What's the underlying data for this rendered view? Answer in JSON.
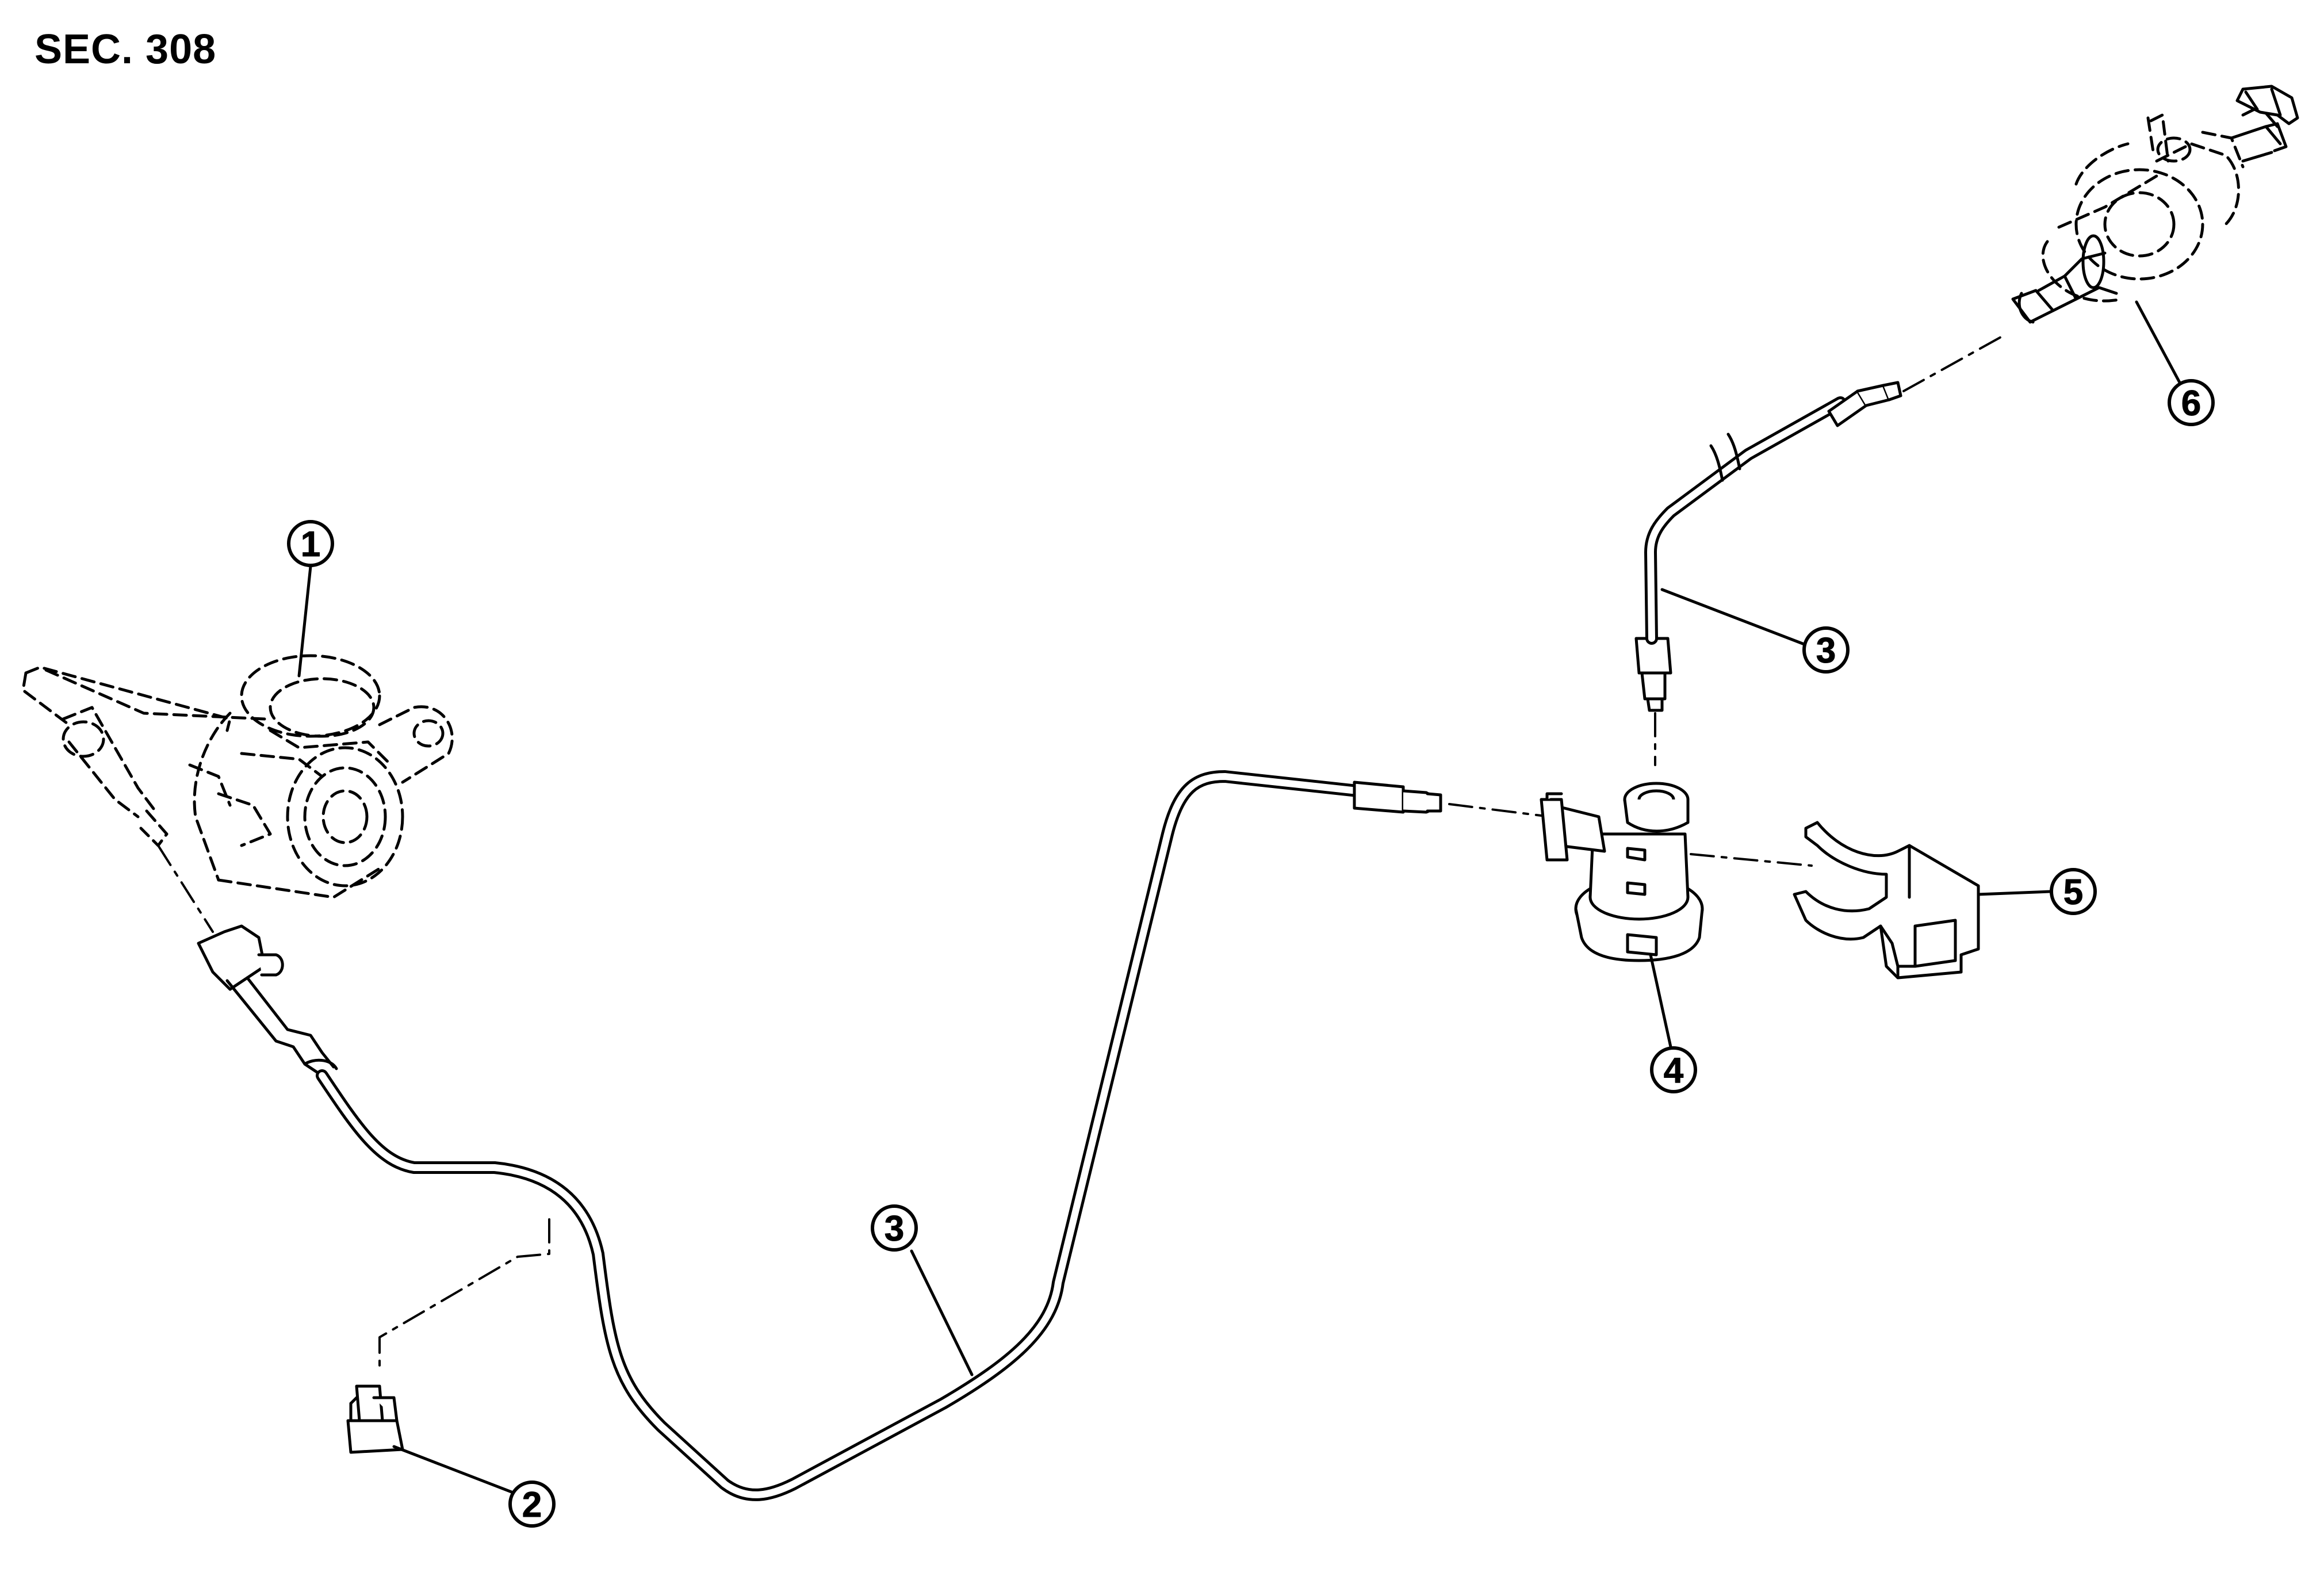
{
  "section_label": "SEC. 308",
  "callouts": [
    {
      "id": "1",
      "number": "1"
    },
    {
      "id": "2",
      "number": "2"
    },
    {
      "id": "3a",
      "number": "3"
    },
    {
      "id": "3b",
      "number": "3"
    },
    {
      "id": "4",
      "number": "4"
    },
    {
      "id": "5",
      "number": "5"
    },
    {
      "id": "6",
      "number": "6"
    }
  ],
  "colors": {
    "line": "#000000",
    "background": "#ffffff",
    "part_fill": "#ffffff"
  }
}
